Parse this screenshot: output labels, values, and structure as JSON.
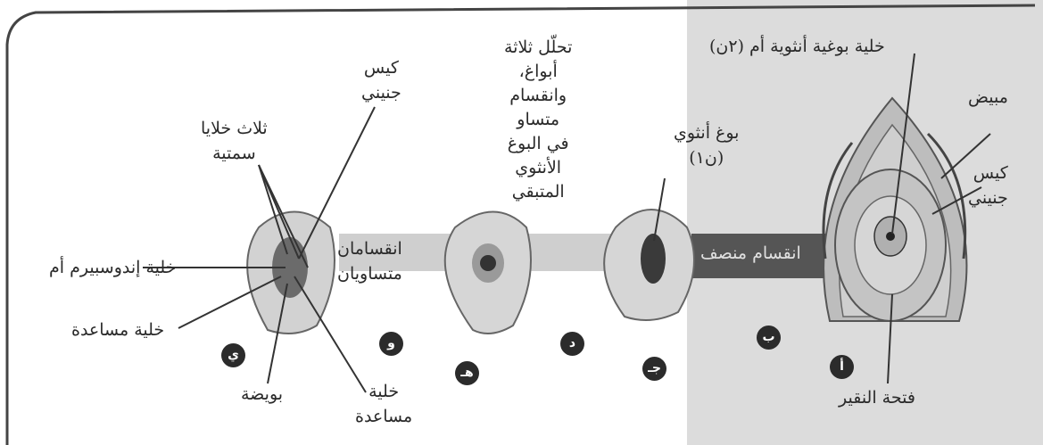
{
  "colors": {
    "paper": "#ffffff",
    "panel": "#dcdcdc",
    "ink": "#2a2a2a",
    "band": "#cfcfcf",
    "dark_band": "#555555"
  },
  "labels": {
    "embryo_sac_left": "كيس\nجنيني",
    "three_antipodal": "ثلاث خلايا\nسمتية",
    "endosperm_mother": "خلية إندوسبيرم أم",
    "synergid_left": "خلية مساعدة",
    "egg": "بويضة",
    "synergid_bottom": "خلية\nمساعدة",
    "two_divisions": "انقسامان\nمتساويان",
    "degeneration": "تحلّل ثلاثة\nأبواغ،\nوانقسام\nمتساو\nفي البوغ\nالأنثوي\nالمتبقي",
    "megaspore": "بوغ أنثوي\n(ن١)",
    "mother_cell": "خلية بوغية أنثوية أم (٢ن)",
    "ovule": "مبيض",
    "embryo_sac_right": "كيس\nجنيني",
    "micropyle": "فتحة النقير",
    "meiosis": "انقسام منصف"
  },
  "step_badges": [
    "أ",
    "ب",
    "جـ",
    "د",
    "هـ",
    "و",
    "ي"
  ]
}
